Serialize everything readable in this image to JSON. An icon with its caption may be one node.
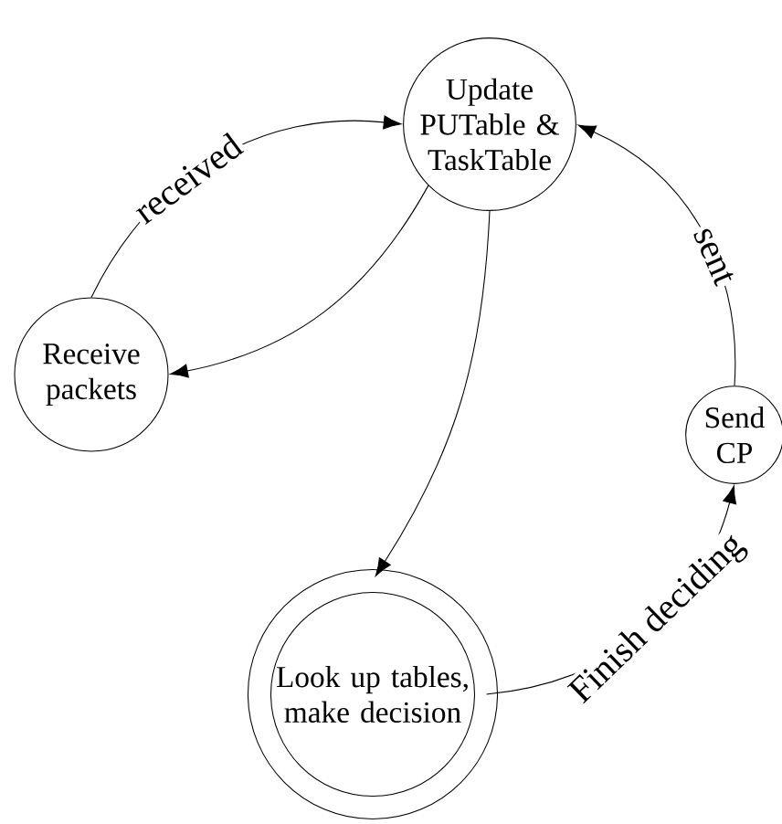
{
  "diagram": {
    "nodes": [
      {
        "text": [
          "Update PUTable & TaskTable"
        ]
      },
      {
        "text": [
          "Receive packets"
        ]
      },
      {
        "text": [
          "Look up tables, make decision"
        ]
      },
      {
        "text": [
          "Send CP"
        ]
      }
    ],
    "edges": [
      {
        "from": 1,
        "to": 0,
        "arrow": "to",
        "label": "received"
      },
      {
        "from": 0,
        "to": 1,
        "arrow": "to"
      },
      {
        "from": 0,
        "to": 2,
        "arrow": "to"
      },
      {
        "from": 2,
        "to": 3,
        "arrow": "to",
        "label": "Finish deciding"
      },
      {
        "from": 3,
        "to": 0,
        "arrow": "to",
        "label": "sent"
      }
    ]
  }
}
